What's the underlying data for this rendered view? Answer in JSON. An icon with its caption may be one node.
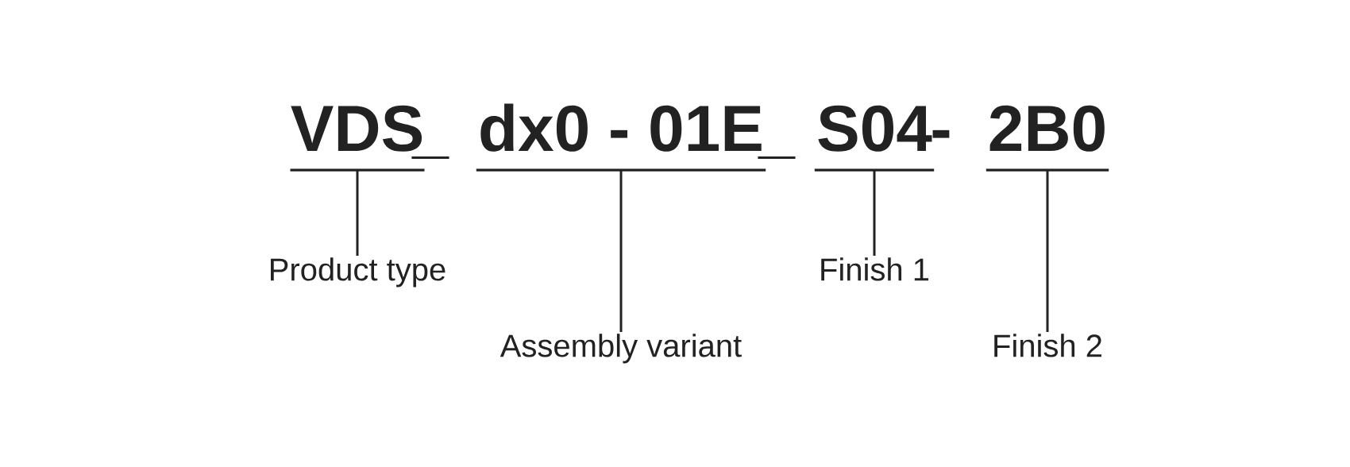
{
  "diagram": {
    "nodes": [
      {
        "text": [
          "VDS"
        ]
      },
      {
        "text": [
          "dx0 - 01E"
        ]
      },
      {
        "text": [
          "S04"
        ]
      },
      {
        "text": [
          "2B0"
        ]
      },
      {
        "text": [
          "Product type"
        ]
      },
      {
        "text": [
          "Assembly variant"
        ]
      },
      {
        "text": [
          "Finish 1"
        ]
      },
      {
        "text": [
          "Finish 2"
        ]
      }
    ],
    "edges": [
      {
        "from": 4,
        "to": 0,
        "arrow": "none"
      },
      {
        "from": 5,
        "to": 1,
        "arrow": "none"
      },
      {
        "from": 6,
        "to": 2,
        "arrow": "none"
      },
      {
        "from": 7,
        "to": 3,
        "arrow": "none"
      }
    ],
    "labels": [
      "_",
      "_",
      "-"
    ]
  }
}
